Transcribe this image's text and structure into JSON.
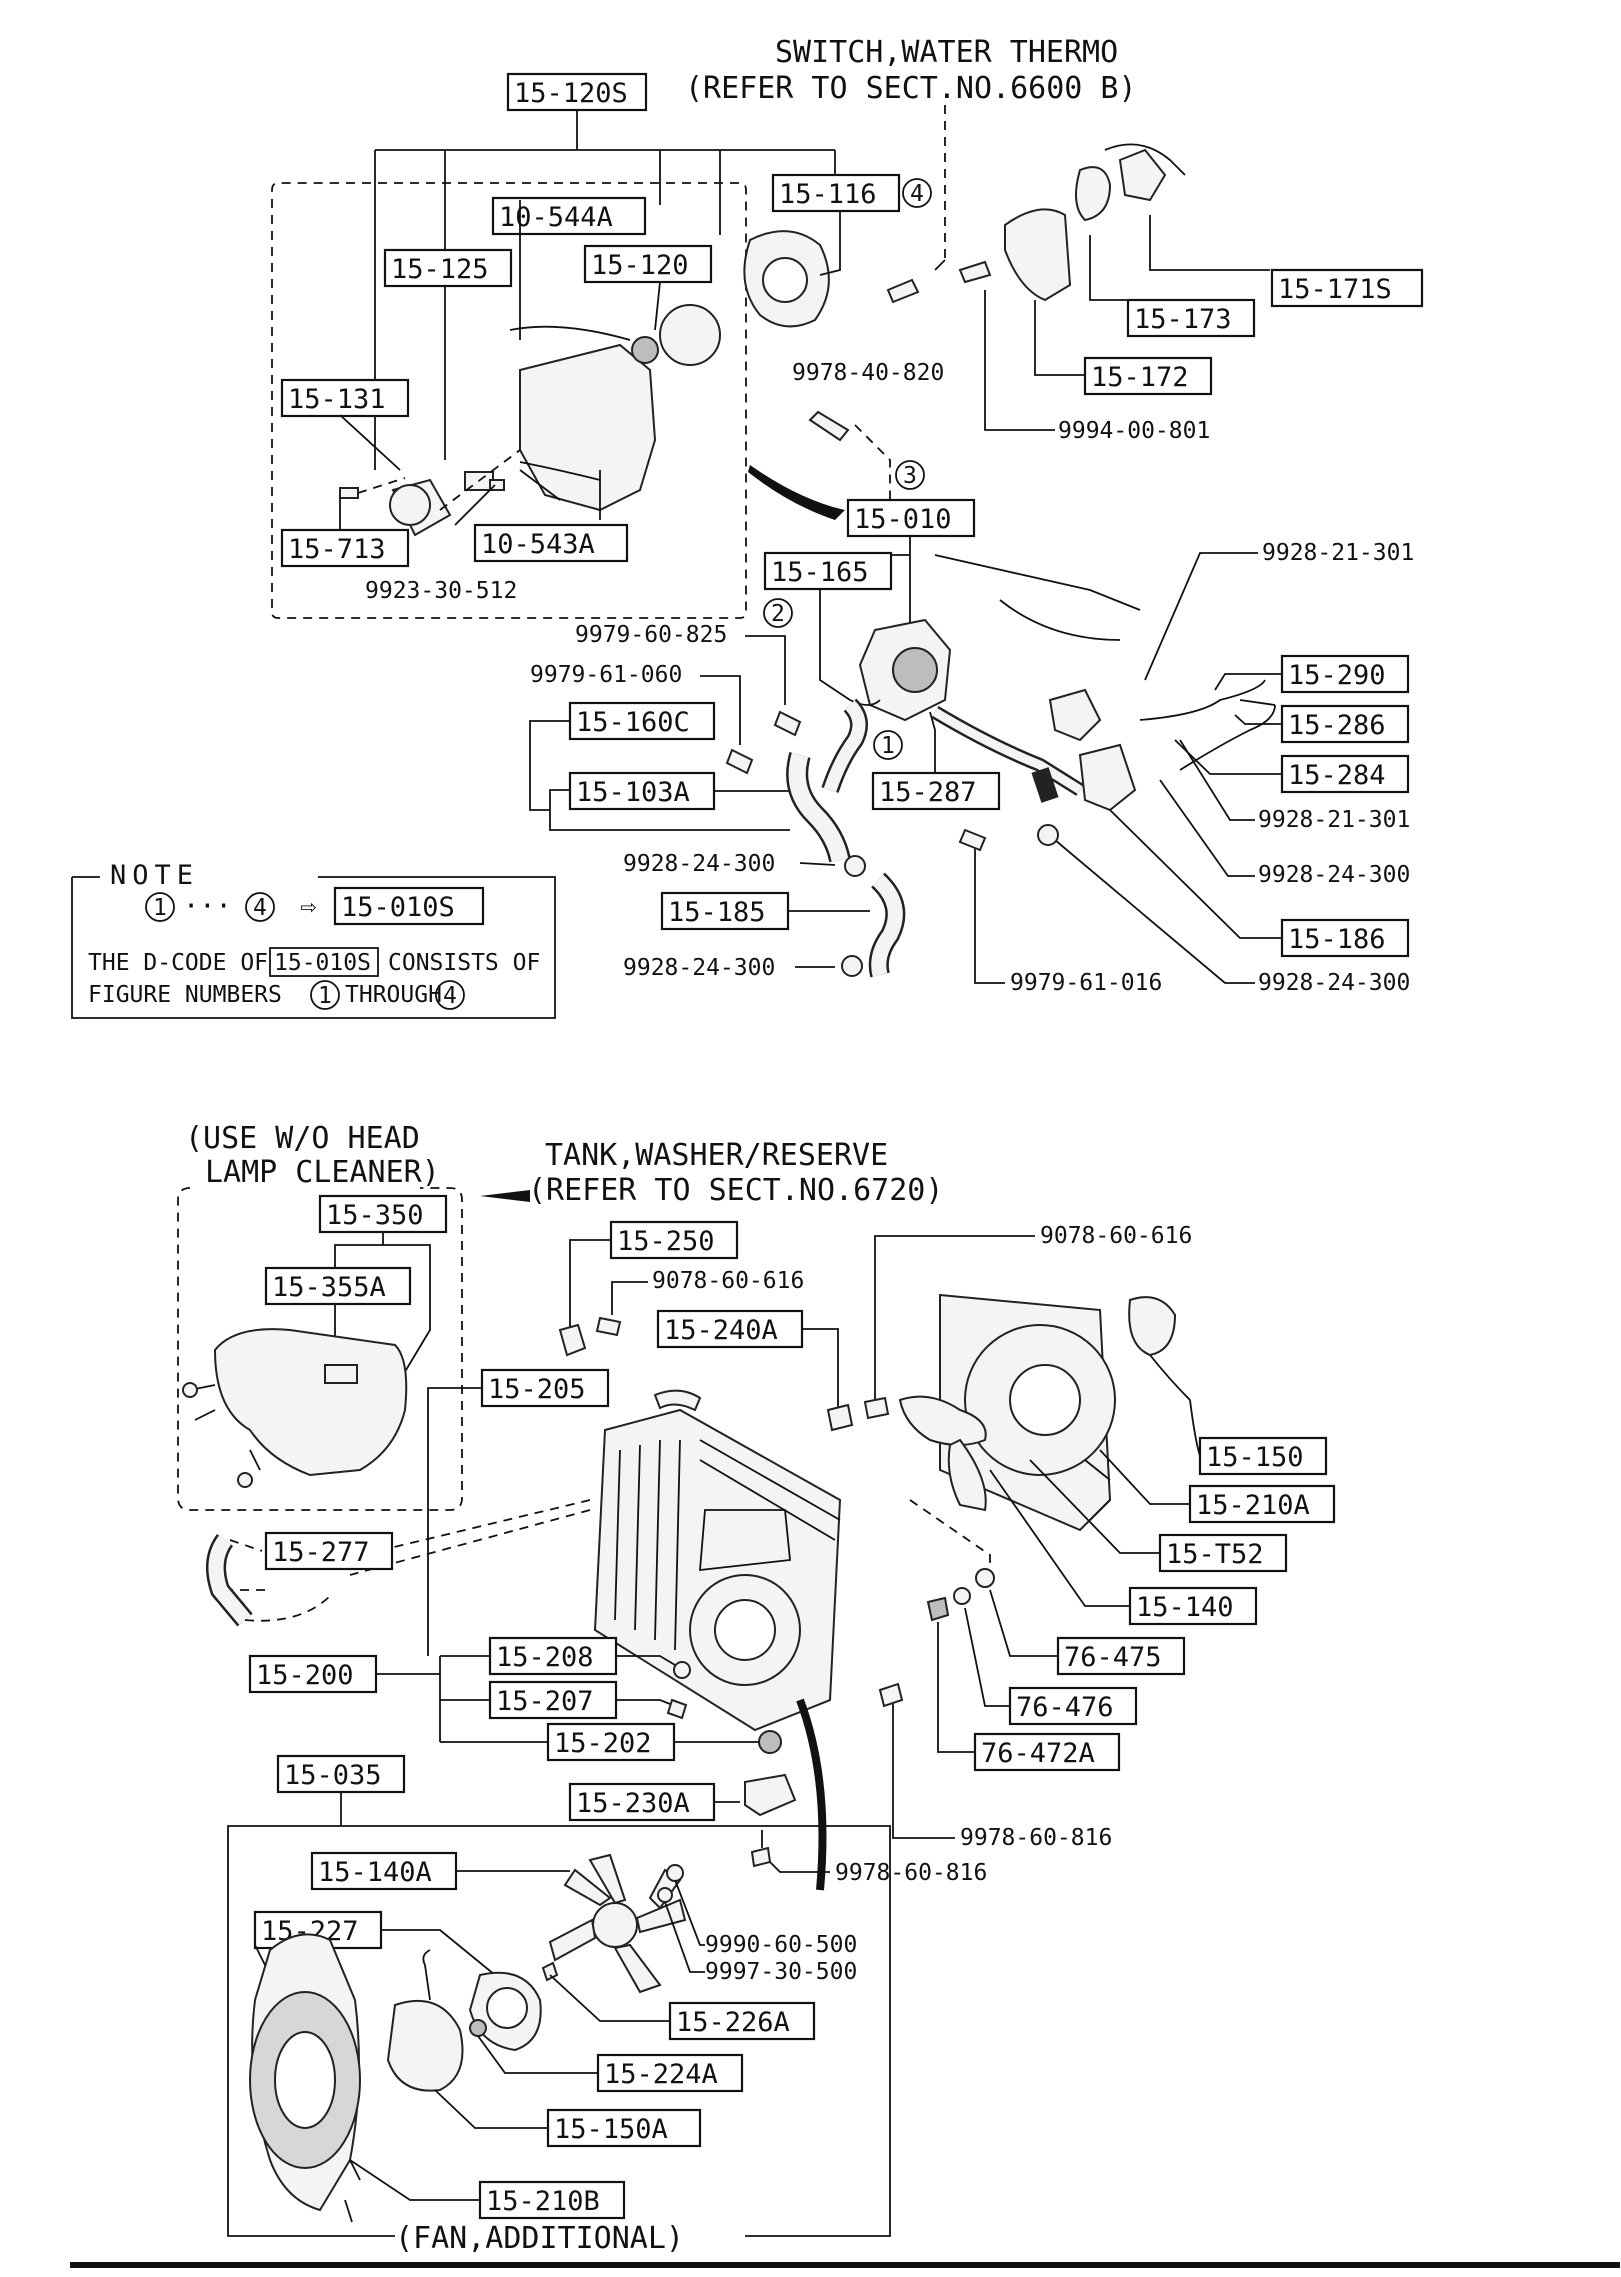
{
  "top_section": {
    "header_switch": "SWITCH,WATER THERMO",
    "header_refer": "(REFER TO SECT.NO.6600 B)",
    "parts": {
      "p15_120S": "15-120S",
      "p10_544A": "10-544A",
      "p15_125": "15-125",
      "p15_120": "15-120",
      "p15_116": "15-116",
      "p15_131": "15-131",
      "p15_713": "15-713",
      "p10_543A": "10-543A",
      "p15_171S": "15-171S",
      "p15_173": "15-173",
      "p15_172": "15-172",
      "p15_010": "15-010",
      "p15_165": "15-165",
      "p15_160C": "15-160C",
      "p15_103A": "15-103A",
      "p15_287": "15-287",
      "p15_185": "15-185",
      "p15_290": "15-290",
      "p15_286": "15-286",
      "p15_284": "15-284",
      "p15_186": "15-186",
      "p15_010S": "15-010S"
    },
    "bolts": {
      "b9978_40_820": "9978-40-820",
      "b9994_00_801": "9994-00-801",
      "b9923_30_512": "9923-30-512",
      "b9928_21_301a": "9928-21-301",
      "b9979_60_825": "9979-60-825",
      "b9979_61_060": "9979-61-060",
      "b9928_21_301b": "9928-21-301",
      "b9928_24_300a": "9928-24-300",
      "b9928_24_300b": "9928-24-300",
      "b9928_24_300c": "9928-24-300",
      "b9979_61_016": "9979-61-016",
      "b9928_24_300d": "9928-24-300"
    },
    "figure_numbers": {
      "n1": "1",
      "n2": "2",
      "n3": "3",
      "n4": "4"
    },
    "note": {
      "title": "NOTE",
      "range_dots": "···",
      "arrow": "⇨",
      "part": "15-010S",
      "line1_a": "THE D-CODE OF",
      "line1_part": "15-010S",
      "line1_b": "CONSISTS OF",
      "line2_a": "FIGURE NUMBERS",
      "line2_b": "THROUGH"
    }
  },
  "bottom_section": {
    "use_note_1": "(USE W/O HEAD",
    "use_note_2": "LAMP CLEANER)",
    "tank_1": "TANK,WASHER/RESERVE",
    "tank_2": "(REFER TO SECT.NO.6720)",
    "fan_additional": "(FAN,ADDITIONAL)",
    "parts": {
      "p15_350": "15-350",
      "p15_355A": "15-355A",
      "p15_250": "15-250",
      "p15_240A": "15-240A",
      "p15_205": "15-205",
      "p15_277": "15-277",
      "p15_150": "15-150",
      "p15_210A": "15-210A",
      "p15_T52": "15-T52",
      "p15_140": "15-140",
      "p76_475": "76-475",
      "p76_476": "76-476",
      "p76_472A": "76-472A",
      "p15_200": "15-200",
      "p15_208": "15-208",
      "p15_207": "15-207",
      "p15_202": "15-202",
      "p15_230A": "15-230A",
      "p15_035": "15-035",
      "p15_140A": "15-140A",
      "p15_227": "15-227",
      "p15_226A": "15-226A",
      "p15_224A": "15-224A",
      "p15_150A": "15-150A",
      "p15_210B": "15-210B"
    },
    "bolts": {
      "b9078_60_616a": "9078-60-616",
      "b9078_60_616b": "9078-60-616",
      "b9978_60_816a": "9978-60-816",
      "b9978_60_816b": "9978-60-816",
      "b9990_60_500": "9990-60-500",
      "b9997_30_500": "9997-30-500"
    }
  }
}
